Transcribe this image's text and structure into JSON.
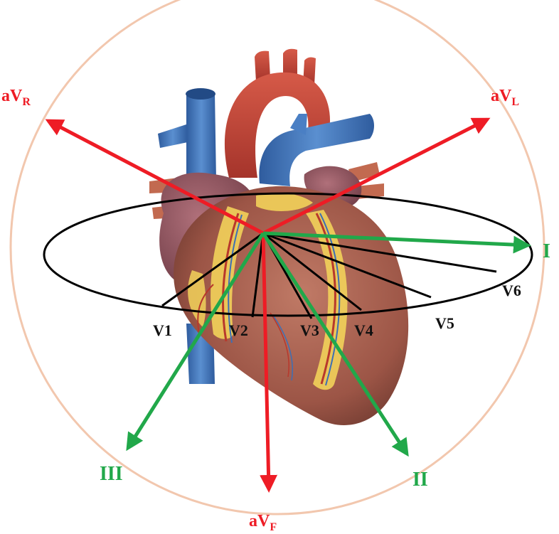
{
  "colors": {
    "limb_augmented": "#ee1c25",
    "limb_standard": "#21a84a",
    "precordial": "#000000",
    "hexaxial_circle": "#f2c7ae",
    "heart_muscle": "#a45a4a",
    "aorta": "#c4463a",
    "vena_cava": "#3d6fb5",
    "fat": "#f2d25a"
  },
  "leads": {
    "augmented": [
      {
        "id": "avr",
        "base": "aV",
        "sub": "R"
      },
      {
        "id": "avl",
        "base": "aV",
        "sub": "L"
      },
      {
        "id": "avf",
        "base": "aV",
        "sub": "F"
      }
    ],
    "standard": [
      {
        "id": "lead1",
        "label": "I"
      },
      {
        "id": "lead2",
        "label": "II"
      },
      {
        "id": "lead3",
        "label": "III"
      }
    ],
    "precordial": [
      {
        "id": "v1",
        "label": "V1"
      },
      {
        "id": "v2",
        "label": "V2"
      },
      {
        "id": "v3",
        "label": "V3"
      },
      {
        "id": "v4",
        "label": "V4"
      },
      {
        "id": "v5",
        "label": "V5"
      },
      {
        "id": "v6",
        "label": "V6"
      }
    ]
  }
}
